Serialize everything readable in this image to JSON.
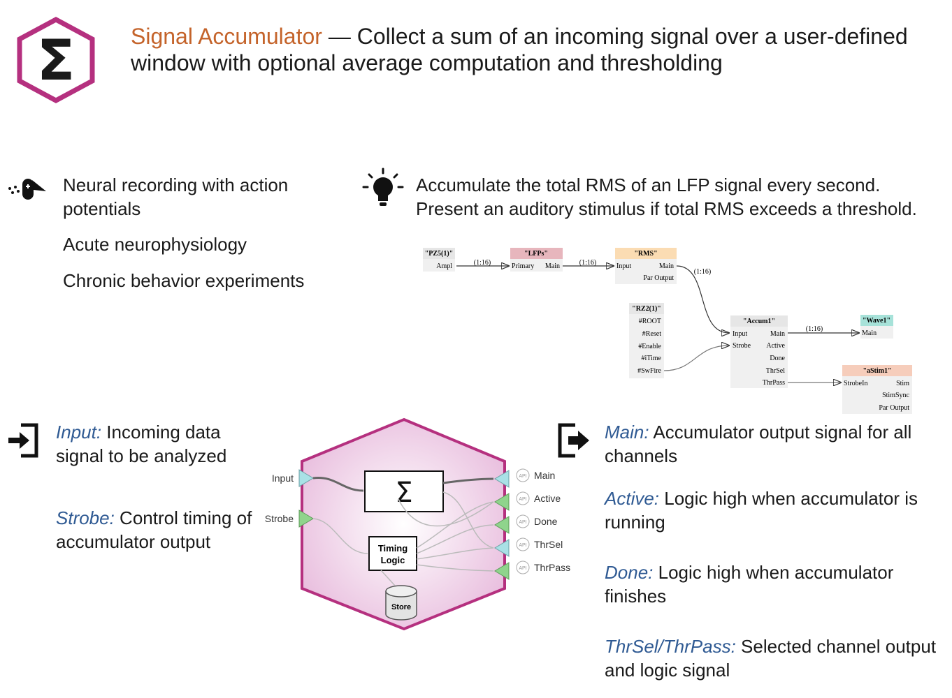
{
  "header": {
    "title_name": "Signal Accumulator",
    "title_rest": " — Collect a sum of an incoming signal over a user-defined window with optional average computation and thresholding"
  },
  "use_cases": [
    "Neural recording with action potentials",
    "Acute neurophysiology",
    "Chronic behavior experiments"
  ],
  "example": {
    "text": "Accumulate the total RMS of an LFP signal every second. Present an auditory stimulus if total RMS exceeds a threshold."
  },
  "circuit": {
    "pz5": {
      "title": "\"PZ5(1)\"",
      "ports": [
        "Ampl"
      ]
    },
    "lfps": {
      "title": "\"LFPs\"",
      "in": "Primary",
      "out": "Main"
    },
    "rms": {
      "title": "\"RMS\"",
      "in": "Input",
      "outs": [
        "Main",
        "Par Output"
      ]
    },
    "rz2": {
      "title": "\"RZ2(1)\"",
      "ports": [
        "#ROOT",
        "#Reset",
        "#Enable",
        "#iTime",
        "#SwFire"
      ]
    },
    "accum": {
      "title": "\"Accum1\"",
      "ins": [
        "Input",
        "Strobe"
      ],
      "outs": [
        "Main",
        "Active",
        "Done",
        "ThrSel",
        "ThrPass"
      ]
    },
    "wave": {
      "title": "\"Wave1\"",
      "in": "Main"
    },
    "astim": {
      "title": "\"aStim1\"",
      "in": "StrobeIn",
      "outs": [
        "Stim",
        "StimSync",
        "Par Output"
      ]
    },
    "link_labels": [
      "(1:16)",
      "(1:16)",
      "(1:16)",
      "(1:16)"
    ]
  },
  "inputs_desc": {
    "input_key": "Input:",
    "input_text": " Incoming data signal to be analyzed",
    "strobe_key": "Strobe:",
    "strobe_text": " Control timing of accumulator output"
  },
  "block": {
    "in_labels": [
      "Input",
      "Strobe"
    ],
    "sigma": "Σ",
    "timing": [
      "Timing",
      "Logic"
    ],
    "store": "Store",
    "api": "API",
    "out_labels": [
      "Main",
      "Active",
      "Done",
      "ThrSel",
      "ThrPass"
    ]
  },
  "outputs_desc": {
    "main_key": "Main:",
    "main_text": " Accumulator output signal for all channels",
    "active_key": "Active:",
    "active_text": "  Logic high when accumulator is running",
    "done_key": "Done:",
    "done_text": " Logic high when accumulator finishes",
    "thr_key": "ThrSel/ThrPass:",
    "thr_text": "  Selected channel output and logic signal"
  },
  "colors": {
    "magenta": "#b5307f",
    "orange": "#c4632a",
    "blue_label": "#2f5a93",
    "cyan_port": "#a9e1e6",
    "green_port": "#8fd48c"
  }
}
